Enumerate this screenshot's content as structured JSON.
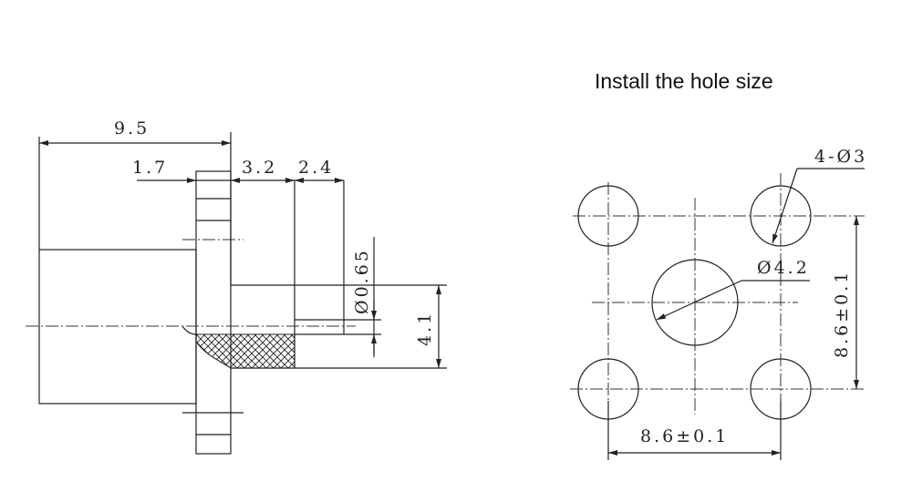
{
  "title": "Install the hole size",
  "side_view": {
    "dim_overall": "9.5",
    "dim_flange": "1.7",
    "dim_body": "3.2",
    "dim_pin": "2.4",
    "dim_pin_diameter": "Ø0.65",
    "dim_height": "4.1"
  },
  "hole_layout": {
    "dim_corner_holes": "4-Ø3",
    "dim_center_hole": "Ø4.2",
    "dim_horizontal_pitch": "8.6±0.1",
    "dim_vertical_pitch": "8.6±0.1"
  }
}
